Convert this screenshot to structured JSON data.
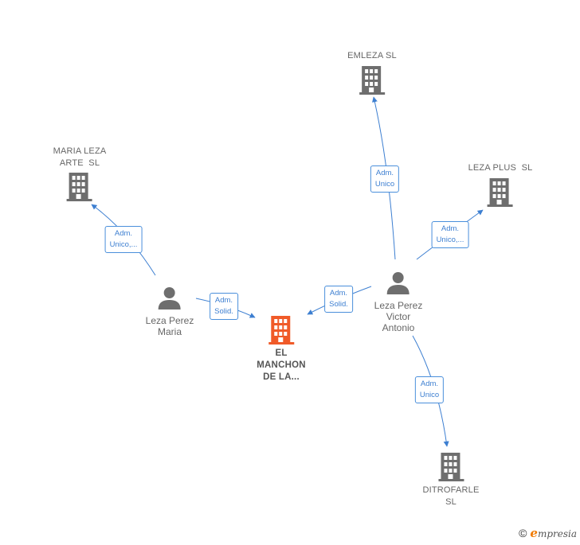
{
  "colors": {
    "edge": "#3d7fd1",
    "building": "#6e6e6e",
    "building_main": "#f05a28",
    "person": "#6e6e6e"
  },
  "nodes": {
    "emleza": {
      "label_lines": [
        "EMLEZA SL"
      ],
      "icon": "building-icon"
    },
    "maria_leza_arte": {
      "label_lines": [
        "MARIA LEZA",
        "ARTE  SL"
      ],
      "icon": "building-icon"
    },
    "leza_plus": {
      "label_lines": [
        "LEZA PLUS  SL"
      ],
      "icon": "building-icon"
    },
    "el_manchon": {
      "label_lines": [
        "EL",
        "MANCHON",
        "DE LA..."
      ],
      "icon": "building-icon"
    },
    "ditrofarle": {
      "label_lines": [
        "DITROFARLE",
        "SL"
      ],
      "icon": "building-icon"
    },
    "leza_perez_maria": {
      "label_lines": [
        "Leza Perez",
        "Maria"
      ],
      "icon": "person-icon"
    },
    "leza_perez_victor": {
      "label_lines": [
        "Leza Perez",
        "Victor",
        "Antonio"
      ],
      "icon": "person-icon"
    }
  },
  "edges": [
    {
      "id": "victor-emleza",
      "label_lines": [
        "Adm.",
        "Unico"
      ]
    },
    {
      "id": "victor-lezaplus",
      "label_lines": [
        "Adm.",
        "Unico,..."
      ]
    },
    {
      "id": "victor-manchon",
      "label_lines": [
        "Adm.",
        "Solid."
      ]
    },
    {
      "id": "victor-ditrofarle",
      "label_lines": [
        "Adm.",
        "Unico"
      ]
    },
    {
      "id": "maria-mariaarte",
      "label_lines": [
        "Adm.",
        "Unico,..."
      ]
    },
    {
      "id": "maria-manchon",
      "label_lines": [
        "Adm.",
        "Solid."
      ]
    }
  ],
  "watermark": {
    "symbol": "©",
    "brand_initial": "e",
    "brand_rest": "mpresia"
  }
}
